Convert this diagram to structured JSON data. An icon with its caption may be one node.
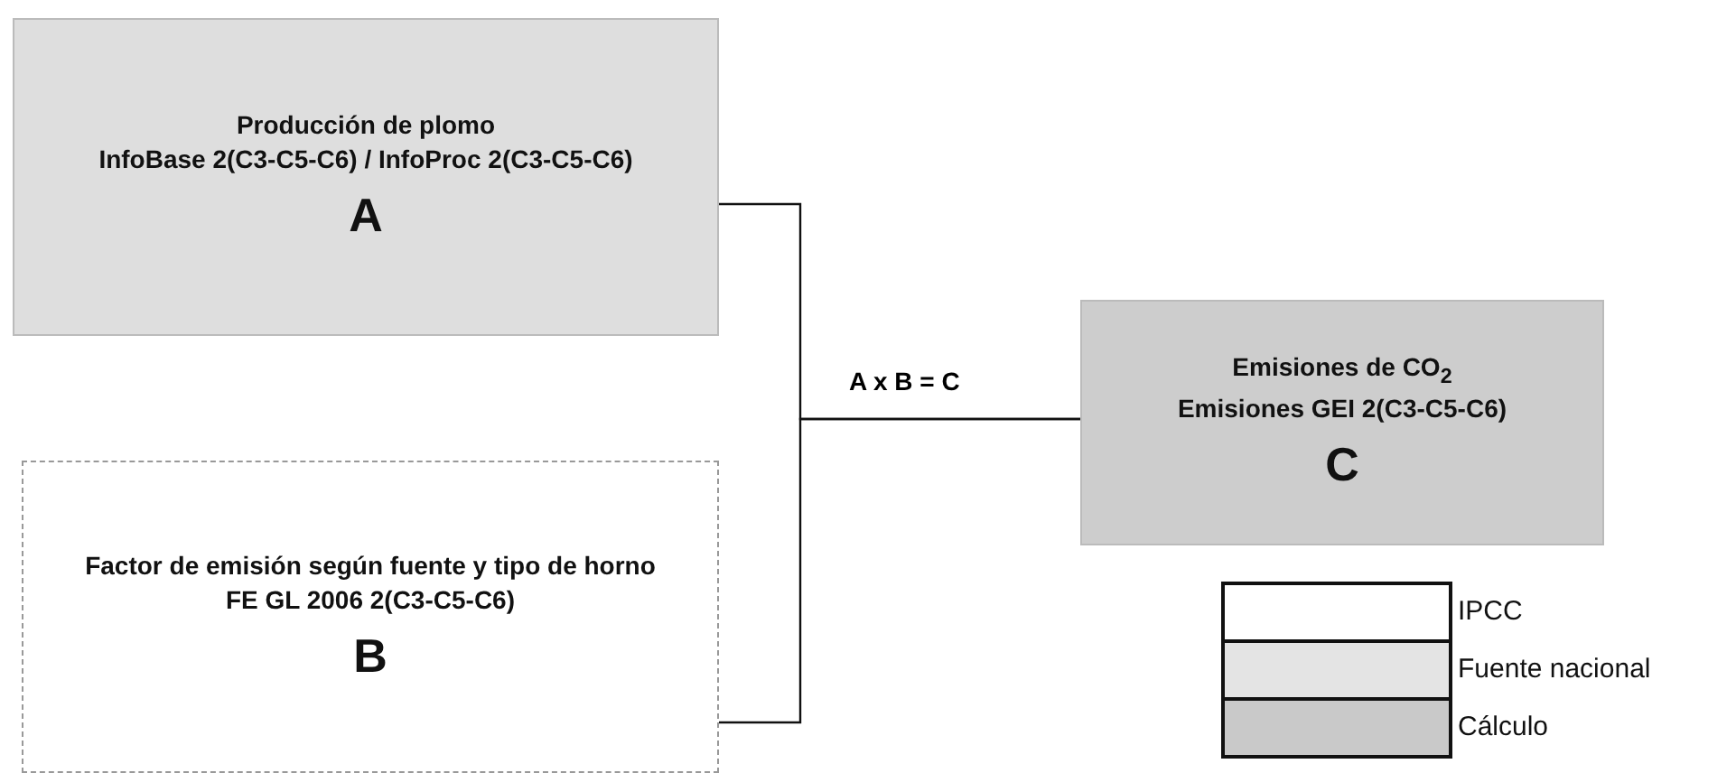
{
  "diagram": {
    "nodes": [
      {
        "text": [
          "Producción de plomo",
          "InfoBase 2(C3-C5-C6) / InfoProc 2(C3-C5-C6)",
          "A"
        ]
      },
      {
        "text": [
          "Factor de emisión según fuente y tipo de horno",
          "FE GL 2006 2(C3-C5-C6)",
          "B"
        ]
      },
      {
        "text": [
          "Emisiones de CO$_{2}$",
          "Emisiones GEI 2(C3-C5-C6)",
          "C"
        ]
      }
    ],
    "edges": [
      {
        "from": 0,
        "to": 2,
        "arrow": "none",
        "label": "A x B = C"
      },
      {
        "from": 1,
        "to": 2,
        "arrow": "none"
      }
    ],
    "legend": [
      {
        "text": "IPCC",
        "color": "#ffffff"
      },
      {
        "text": "Fuente nacional",
        "color": "#e4e4e4"
      },
      {
        "text": "Cálculo",
        "color": "#c9c9c9"
      }
    ]
  }
}
